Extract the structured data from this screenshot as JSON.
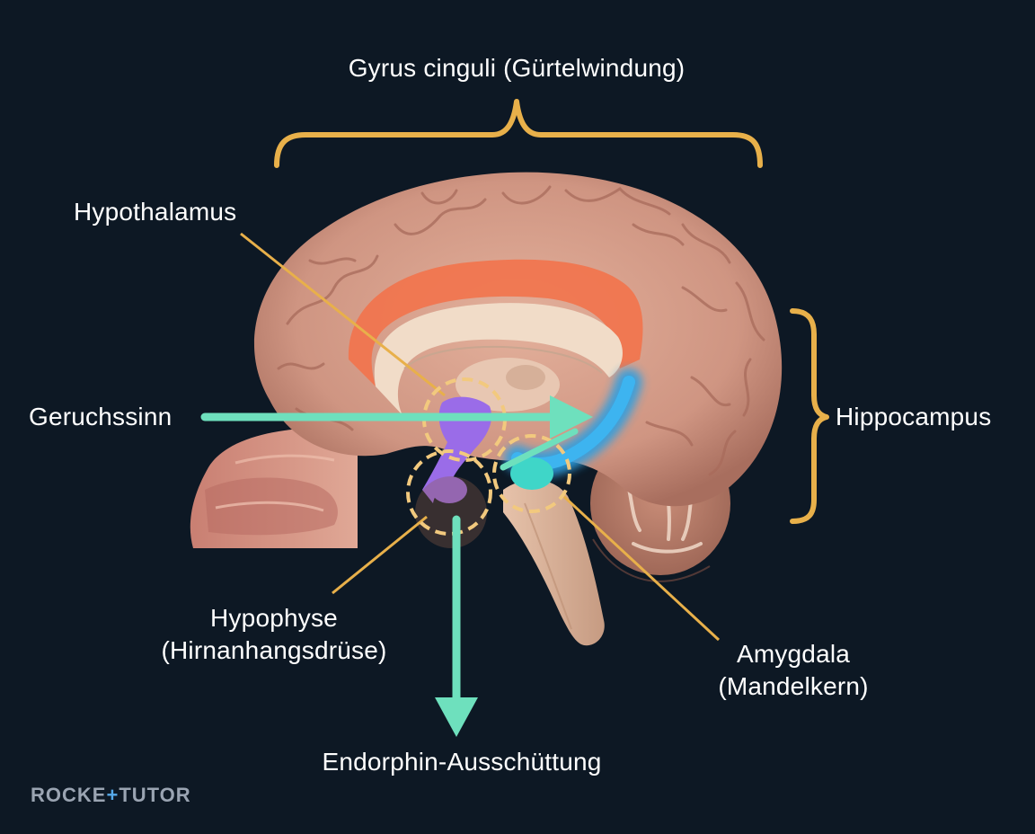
{
  "labels": {
    "gyrus": "Gyrus cinguli (Gürtelwindung)",
    "hypothalamus": "Hypothalamus",
    "geruchssinn": "Geruchssinn",
    "hippocampus": "Hippocampus",
    "hypophyse_line1": "Hypophyse",
    "hypophyse_line2": "(Hirnanhangsdrüse)",
    "amygdala_line1": "Amygdala",
    "amygdala_line2": "(Mandelkern)",
    "endorphin": "Endorphin-Ausschüttung"
  },
  "logo": {
    "part1": "ROCKE",
    "plus": "+",
    "part2": "TUTOR"
  },
  "colors": {
    "background": "#0d1824",
    "bracket": "#e8b04a",
    "arrow": "#6ee0bd",
    "cingulate": "#f2724a",
    "hippocampus": "#2e9fe0",
    "amygdala": "#3fd6c8",
    "hypothalamus": "#9a6ce8",
    "brain": "#d9a08c"
  }
}
